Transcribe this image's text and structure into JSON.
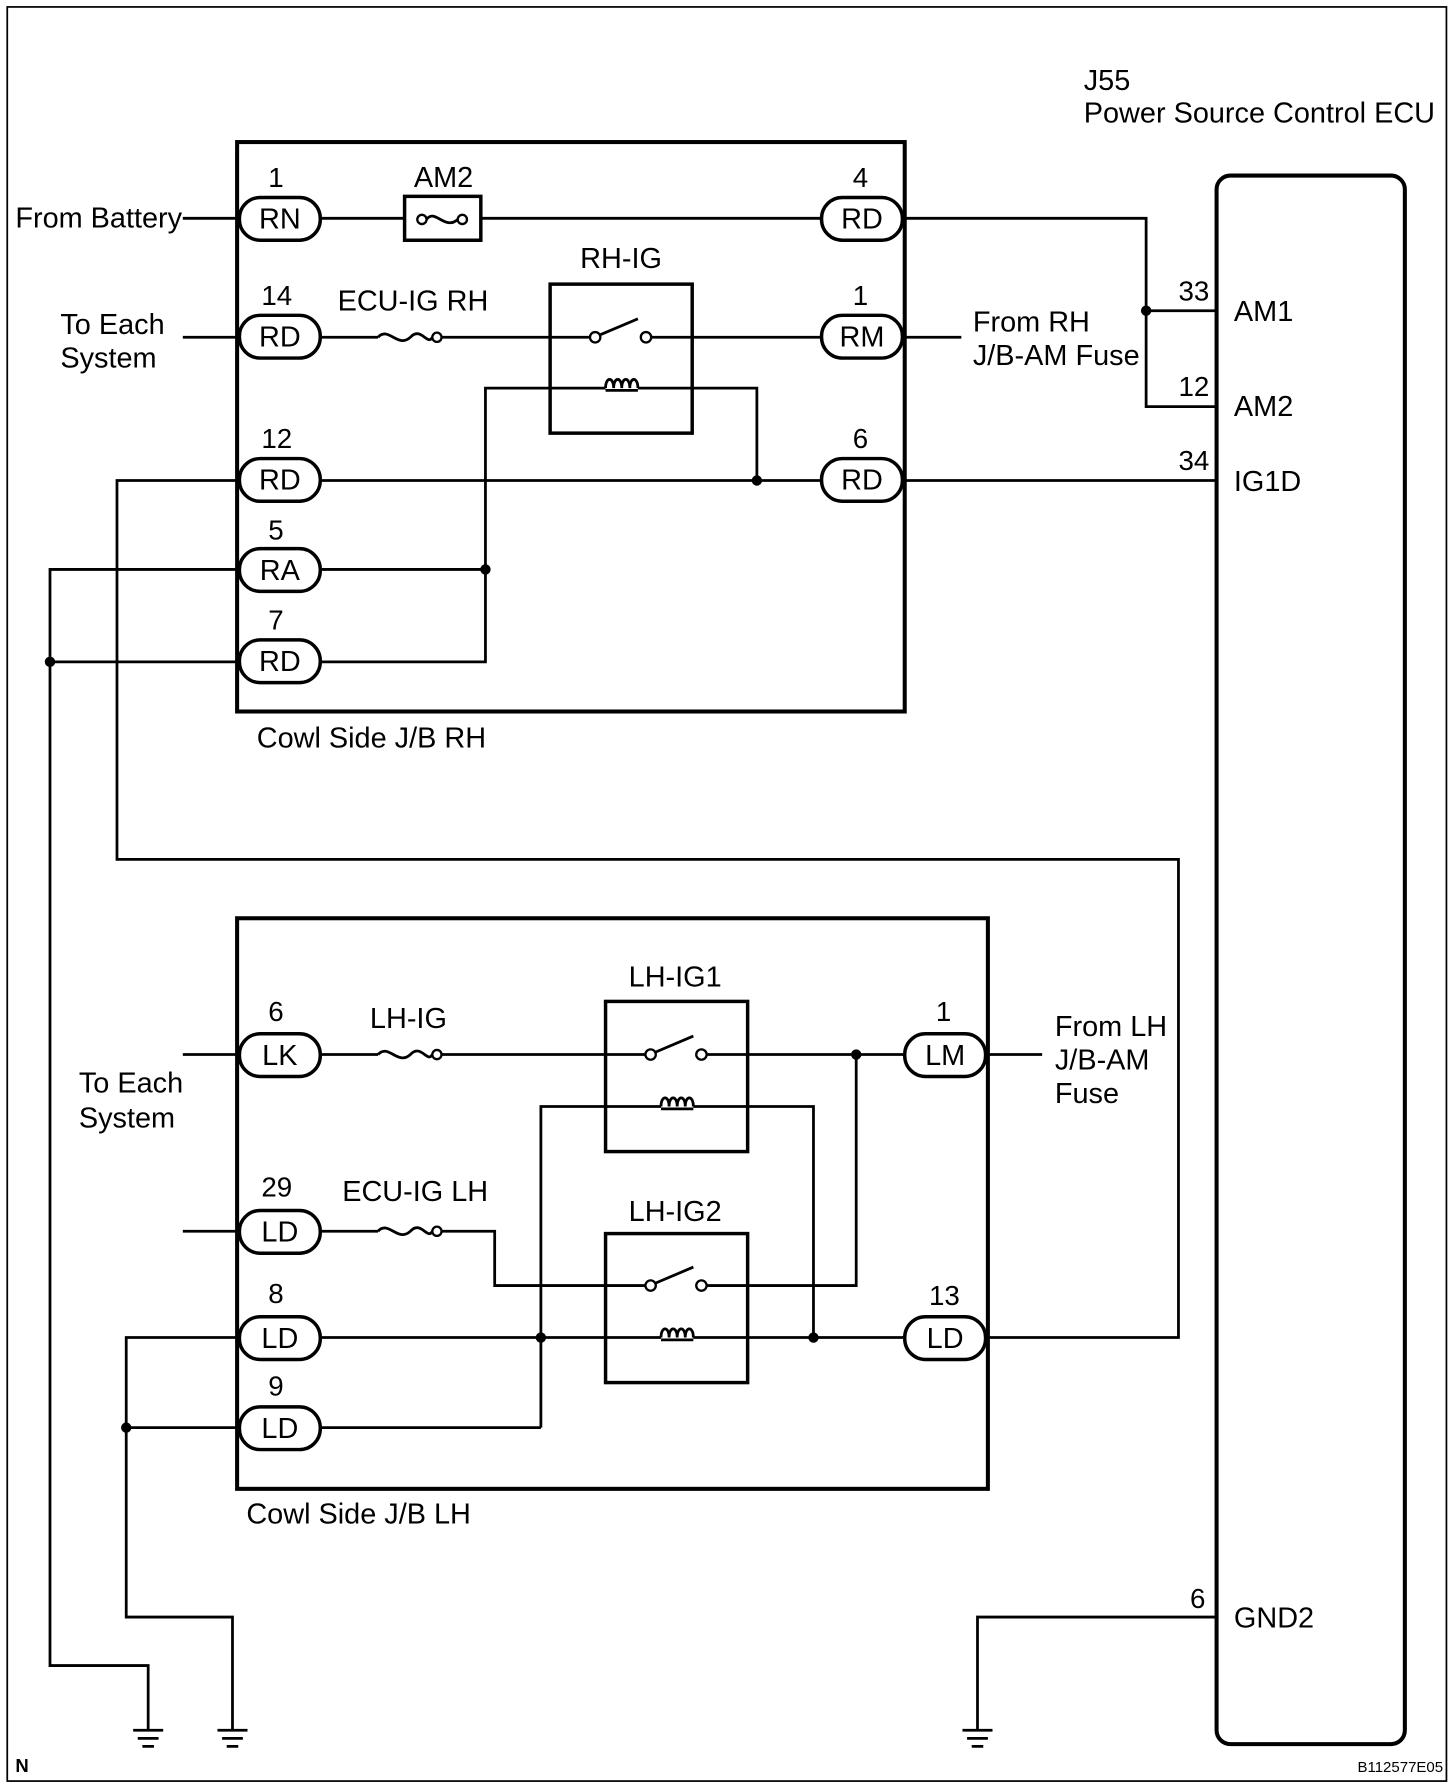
{
  "frame_label": "N",
  "figure_id": "B112577E05",
  "ecu": {
    "code": "J55",
    "name": "Power Source Control ECU",
    "pins": [
      {
        "num": "33",
        "name": "AM1"
      },
      {
        "num": "12",
        "name": "AM2"
      },
      {
        "num": "34",
        "name": "IG1D"
      },
      {
        "num": "6",
        "name": "GND2"
      }
    ]
  },
  "jb_rh": {
    "label": "Cowl Side J/B RH",
    "connectors": [
      {
        "num": "1",
        "code": "RN"
      },
      {
        "num": "14",
        "code": "RD"
      },
      {
        "num": "12",
        "code": "RD"
      },
      {
        "num": "5",
        "code": "RA"
      },
      {
        "num": "7",
        "code": "RD"
      },
      {
        "num": "4",
        "code": "RD"
      },
      {
        "num": "1",
        "code": "RM"
      },
      {
        "num": "6",
        "code": "RD"
      }
    ],
    "fuses": [
      "AM2",
      "ECU-IG RH"
    ],
    "relay": "RH-IG"
  },
  "jb_lh": {
    "label": "Cowl Side J/B LH",
    "connectors": [
      {
        "num": "6",
        "code": "LK"
      },
      {
        "num": "29",
        "code": "LD"
      },
      {
        "num": "8",
        "code": "LD"
      },
      {
        "num": "9",
        "code": "LD"
      },
      {
        "num": "1",
        "code": "LM"
      },
      {
        "num": "13",
        "code": "LD"
      }
    ],
    "fuses": [
      "LH-IG",
      "ECU-IG LH"
    ],
    "relays": [
      "LH-IG1",
      "LH-IG2"
    ]
  },
  "external_labels": {
    "from_battery": "From Battery",
    "to_each_system_rh": [
      "To Each",
      "System"
    ],
    "from_rh_jb_am_fuse": [
      "From RH",
      "J/B-AM Fuse"
    ],
    "to_each_system_lh": [
      "To Each",
      "System"
    ],
    "from_lh_jb_am_fuse": [
      "From LH",
      "J/B-AM",
      "Fuse"
    ]
  }
}
